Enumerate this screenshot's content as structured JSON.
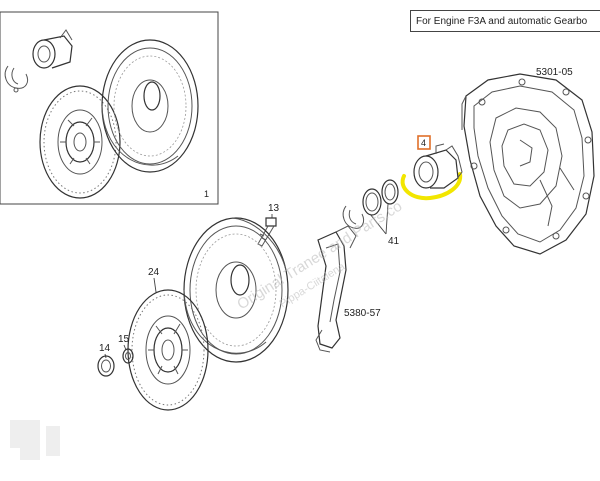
{
  "header_note": "For Engine F3A and automatic Gearbo",
  "inset": {
    "ref_number": "1"
  },
  "callouts": {
    "gearbox_housing": "5301-05",
    "bearing_highlighted": "4",
    "bolt": "13",
    "seals_group": "41",
    "clutch_disc": "24",
    "fork": "5380-57",
    "bushing": "15",
    "bearing_small": "14"
  },
  "watermark": [
    "Original Tranee and Parts.co",
    "Pippa-Ciitalena"
  ],
  "colors": {
    "highlight": "#f2e600",
    "callout_box": "#e0702a",
    "line": "#444444"
  }
}
